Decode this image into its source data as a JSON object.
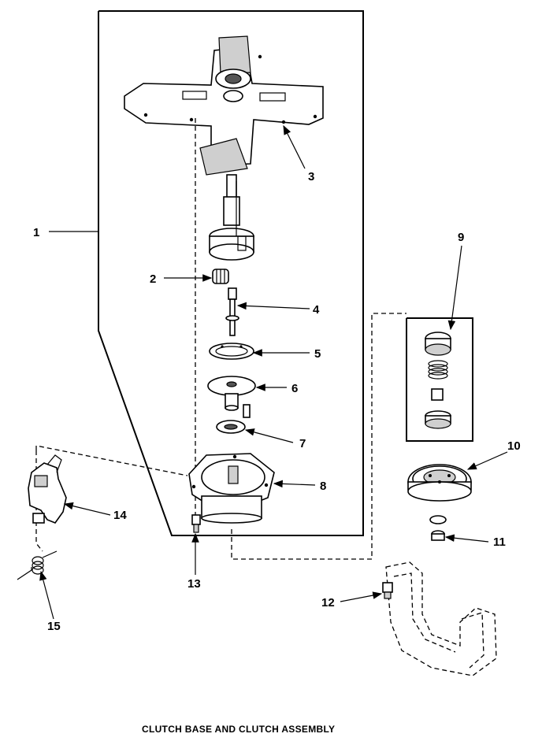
{
  "caption": "CLUTCH BASE AND CLUTCH ASSEMBLY",
  "callouts": {
    "c1": "1",
    "c2": "2",
    "c3": "3",
    "c4": "4",
    "c5": "5",
    "c6": "6",
    "c7": "7",
    "c8": "8",
    "c9": "9",
    "c10": "10",
    "c11": "11",
    "c12": "12",
    "c13": "13",
    "c14": "14",
    "c15": "15"
  }
}
